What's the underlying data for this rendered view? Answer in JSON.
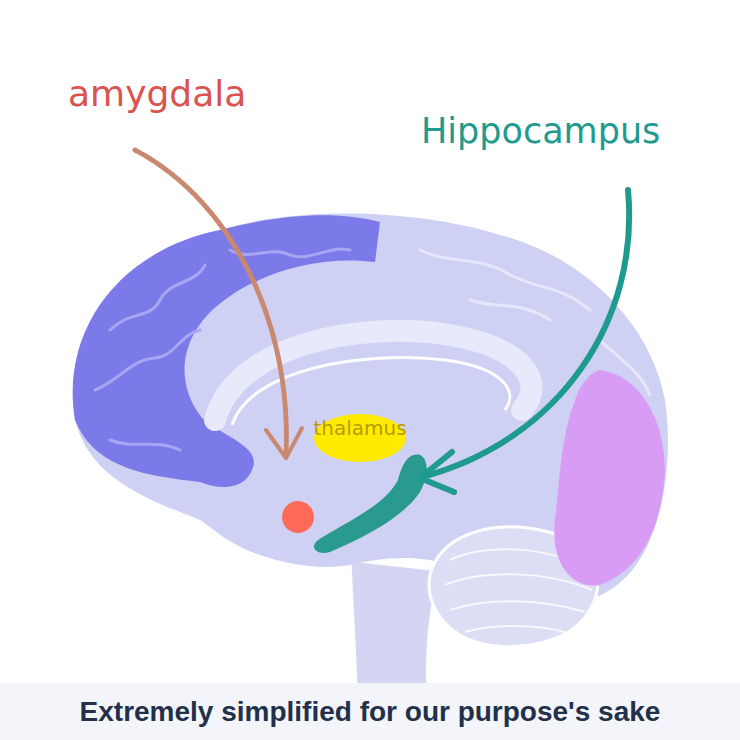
{
  "diagram": {
    "caption": "Extremely simplified for our purpose's sake",
    "labels": [
      "amygdala",
      "Hippocampus",
      "thalamus"
    ]
  }
}
